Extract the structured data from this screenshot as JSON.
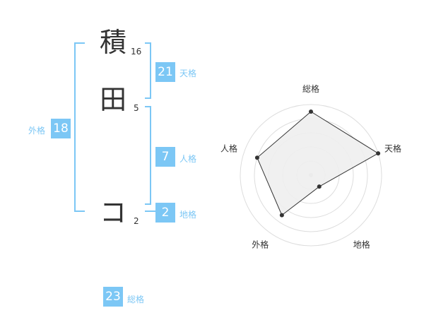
{
  "name": {
    "chars": [
      {
        "char": "積",
        "strokes": "16"
      },
      {
        "char": "田",
        "strokes": "5"
      },
      {
        "char": "コ",
        "strokes": "2"
      }
    ]
  },
  "kakusu": {
    "tenkaku": {
      "value": "21",
      "label": "天格"
    },
    "jinkaku": {
      "value": "7",
      "label": "人格"
    },
    "chikaku": {
      "value": "2",
      "label": "地格"
    },
    "gaikaku": {
      "value": "18",
      "label": "外格"
    },
    "soukaku": {
      "value": "23",
      "label": "総格"
    }
  },
  "chart_data": {
    "type": "radar",
    "axes": [
      "総格",
      "天格",
      "地格",
      "外格",
      "人格"
    ],
    "values": [
      4.5,
      5,
      1,
      3.5,
      4
    ],
    "max": 5,
    "rings": 5
  },
  "colors": {
    "accent": "#7cc7f5",
    "chart_fill": "#eeeeee",
    "chart_line": "#333333",
    "grid": "#dddddd"
  }
}
